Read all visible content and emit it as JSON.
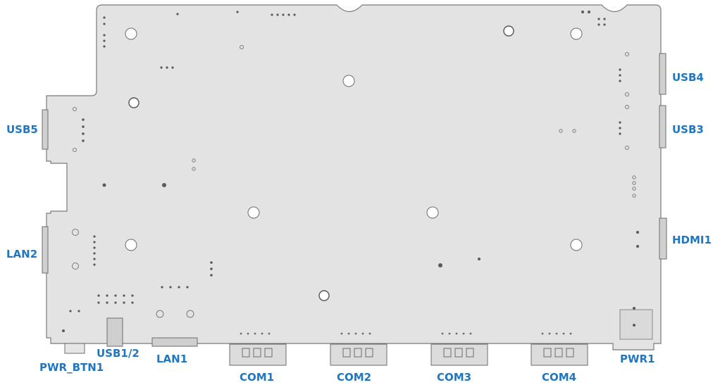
{
  "diagram": {
    "board_color": "#e3e3e3",
    "outline_color": "#7a7a7a",
    "label_color": "#1f77c1",
    "labels": {
      "usb5": "USB5",
      "usb4": "USB4",
      "usb3": "USB3",
      "lan2": "LAN2",
      "hdmi1": "HDMI1",
      "usb12": "USB1/2",
      "pwr_btn1": "PWR_BTN1",
      "lan1": "LAN1",
      "com1": "COM1",
      "com2": "COM2",
      "com3": "COM3",
      "com4": "COM4",
      "pwr1": "PWR1"
    }
  }
}
